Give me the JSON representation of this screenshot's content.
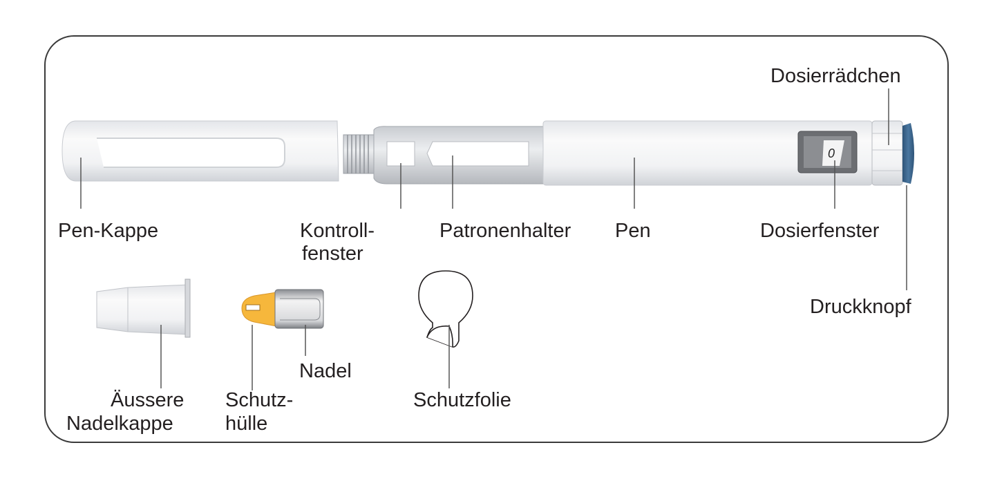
{
  "labels": {
    "pen_cap": "Pen-Kappe",
    "control_window_1": "Kontroll-",
    "control_window_2": "fenster",
    "cartridge_holder": "Patronenhalter",
    "pen": "Pen",
    "dose_window": "Dosierfenster",
    "dose_dial": "Dosierrädchen",
    "push_button": "Druckknopf",
    "outer_needle_cap_1": "Äussere",
    "outer_needle_cap_2": "Nadelkappe",
    "inner_shield_1": "Schutz-",
    "inner_shield_2": "hülle",
    "needle": "Nadel",
    "protective_foil": "Schutzfolie"
  },
  "dose_display": "0",
  "colors": {
    "border": "#3a3a3a",
    "shield_orange": "#f6b73c",
    "button_blue": "#3d6891",
    "leader": "#555555"
  }
}
